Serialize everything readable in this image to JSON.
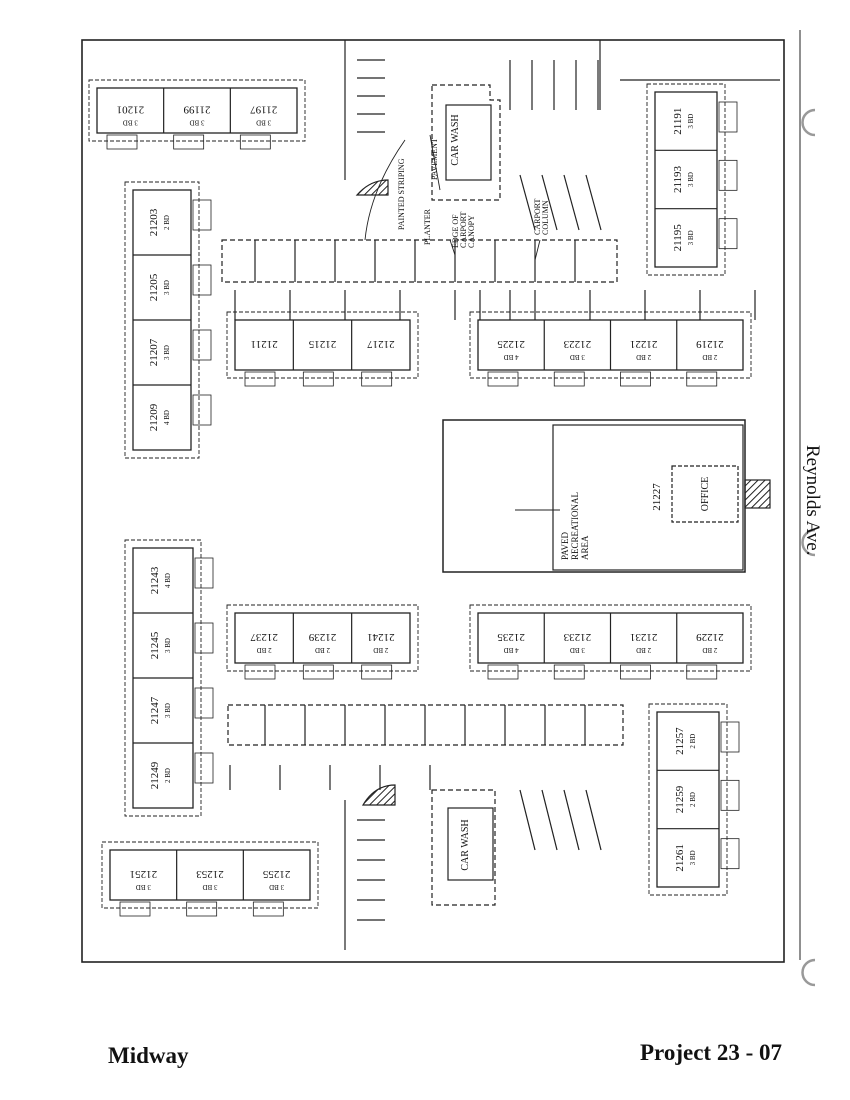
{
  "footer": {
    "left": "Midway",
    "right": "Project 23 - 07"
  },
  "street": "Reynolds Ave.",
  "labels": {
    "car_wash_1": "CAR WASH",
    "car_wash_2": "CAR WASH",
    "office": "OFFICE",
    "paved_rec": [
      "PAVED",
      "RECREATIONAL",
      "AREA"
    ],
    "painted_striping": "PAINTED STRIPING",
    "pavement": "PAVEMENT",
    "planter": "PLANTER",
    "edge_canopy": [
      "EDGE OF",
      "CARPORT",
      "CANOPY"
    ],
    "carport_column": [
      "CARPORT",
      "COLUMN"
    ],
    "rec_number": "21227"
  },
  "units": [
    {
      "num": "21201",
      "bd": "3 BD"
    },
    {
      "num": "21199",
      "bd": "3 BD"
    },
    {
      "num": "21197",
      "bd": "3 BD"
    },
    {
      "num": "21191",
      "bd": "3 BD"
    },
    {
      "num": "21193",
      "bd": "3 BD"
    },
    {
      "num": "21195",
      "bd": "3 BD"
    },
    {
      "num": "21203",
      "bd": "2 BD"
    },
    {
      "num": "21205",
      "bd": "3 BD"
    },
    {
      "num": "21207",
      "bd": "3 BD"
    },
    {
      "num": "21209",
      "bd": "4 BD"
    },
    {
      "num": "21211",
      "bd": ""
    },
    {
      "num": "21215",
      "bd": ""
    },
    {
      "num": "21217",
      "bd": ""
    },
    {
      "num": "21225",
      "bd": "4 BD"
    },
    {
      "num": "21223",
      "bd": "3 BD"
    },
    {
      "num": "21221",
      "bd": "2 BD"
    },
    {
      "num": "21219",
      "bd": "2 BD"
    },
    {
      "num": "21243",
      "bd": "4 BD"
    },
    {
      "num": "21245",
      "bd": "3 BD"
    },
    {
      "num": "21247",
      "bd": "3 BD"
    },
    {
      "num": "21249",
      "bd": "2 BD"
    },
    {
      "num": "21237",
      "bd": "2 BD"
    },
    {
      "num": "21239",
      "bd": "2 BD"
    },
    {
      "num": "21241",
      "bd": "2 BD"
    },
    {
      "num": "21235",
      "bd": "4 BD"
    },
    {
      "num": "21233",
      "bd": "3 BD"
    },
    {
      "num": "21231",
      "bd": "2 BD"
    },
    {
      "num": "21229",
      "bd": "2 BD"
    },
    {
      "num": "21257",
      "bd": "2 BD"
    },
    {
      "num": "21259",
      "bd": "2 BD"
    },
    {
      "num": "21261",
      "bd": "3 BD"
    },
    {
      "num": "21251",
      "bd": "3 BD"
    },
    {
      "num": "21253",
      "bd": "3 BD"
    },
    {
      "num": "21255",
      "bd": "3 BD"
    }
  ]
}
